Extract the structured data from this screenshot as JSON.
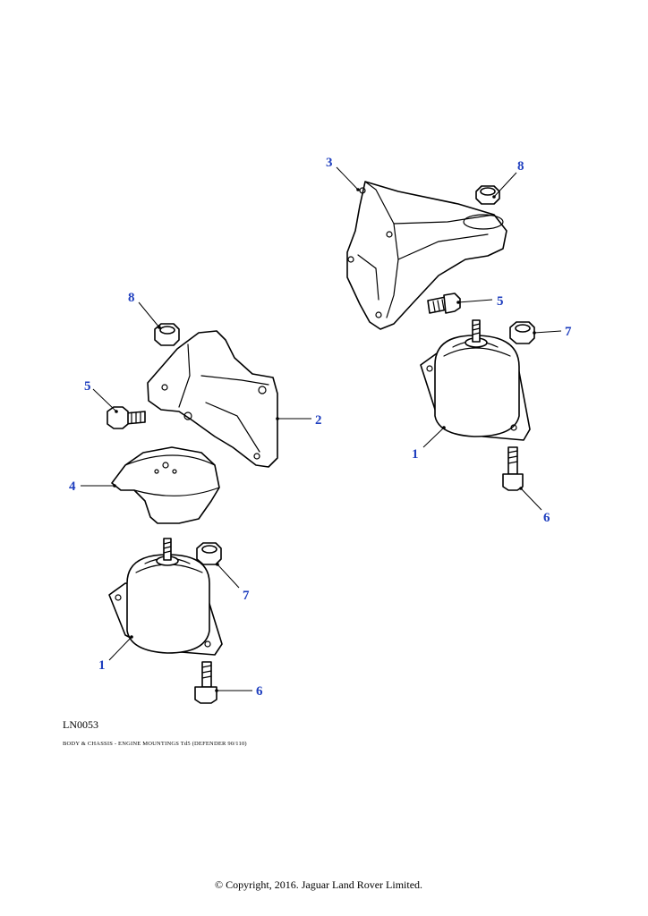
{
  "callouts": {
    "c3": "3",
    "c8a": "8",
    "c5a": "5",
    "c7a": "7",
    "c1a": "1",
    "c6a": "6",
    "c8b": "8",
    "c5b": "5",
    "c2": "2",
    "c4": "4",
    "c7b": "7",
    "c1b": "1",
    "c6b": "6"
  },
  "colors": {
    "callout": "#1f3fbf",
    "line": "#000000"
  },
  "reference": "LN0053",
  "caption": "BODY & CHASSIS - ENGINE MOUNTINGS Td5 (DEFENDER 90/110)",
  "copyright": "© Copyright, 2016. Jaguar Land Rover Limited."
}
